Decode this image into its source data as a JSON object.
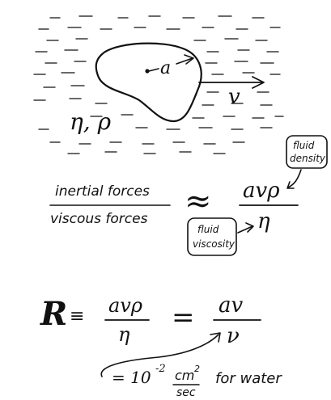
{
  "sketch": {
    "radius_label": "a",
    "velocity_label": "v",
    "fluid_props_label": "η, ρ"
  },
  "ratio": {
    "numerator_label": "inertial forces",
    "denominator_label": "viscous forces",
    "approx_symbol": "≈",
    "rhs_numerator": "avρ",
    "rhs_denominator": "η",
    "density_note_line1": "fluid",
    "density_note_line2": "density",
    "viscosity_note_line1": "fluid",
    "viscosity_note_line2": "viscosity"
  },
  "reynolds": {
    "symbol": "R",
    "equals": "≡",
    "frac1_numerator": "avρ",
    "frac1_denominator": "η",
    "equals2": "=",
    "frac2_numerator": "av",
    "frac2_denominator": "ν",
    "nu_value_prefix": "= 10",
    "nu_value_exponent": "-2",
    "nu_unit_numerator": "cm",
    "nu_unit_exponent": "2",
    "nu_unit_denominator": "sec",
    "nu_value_suffix": "for water"
  }
}
